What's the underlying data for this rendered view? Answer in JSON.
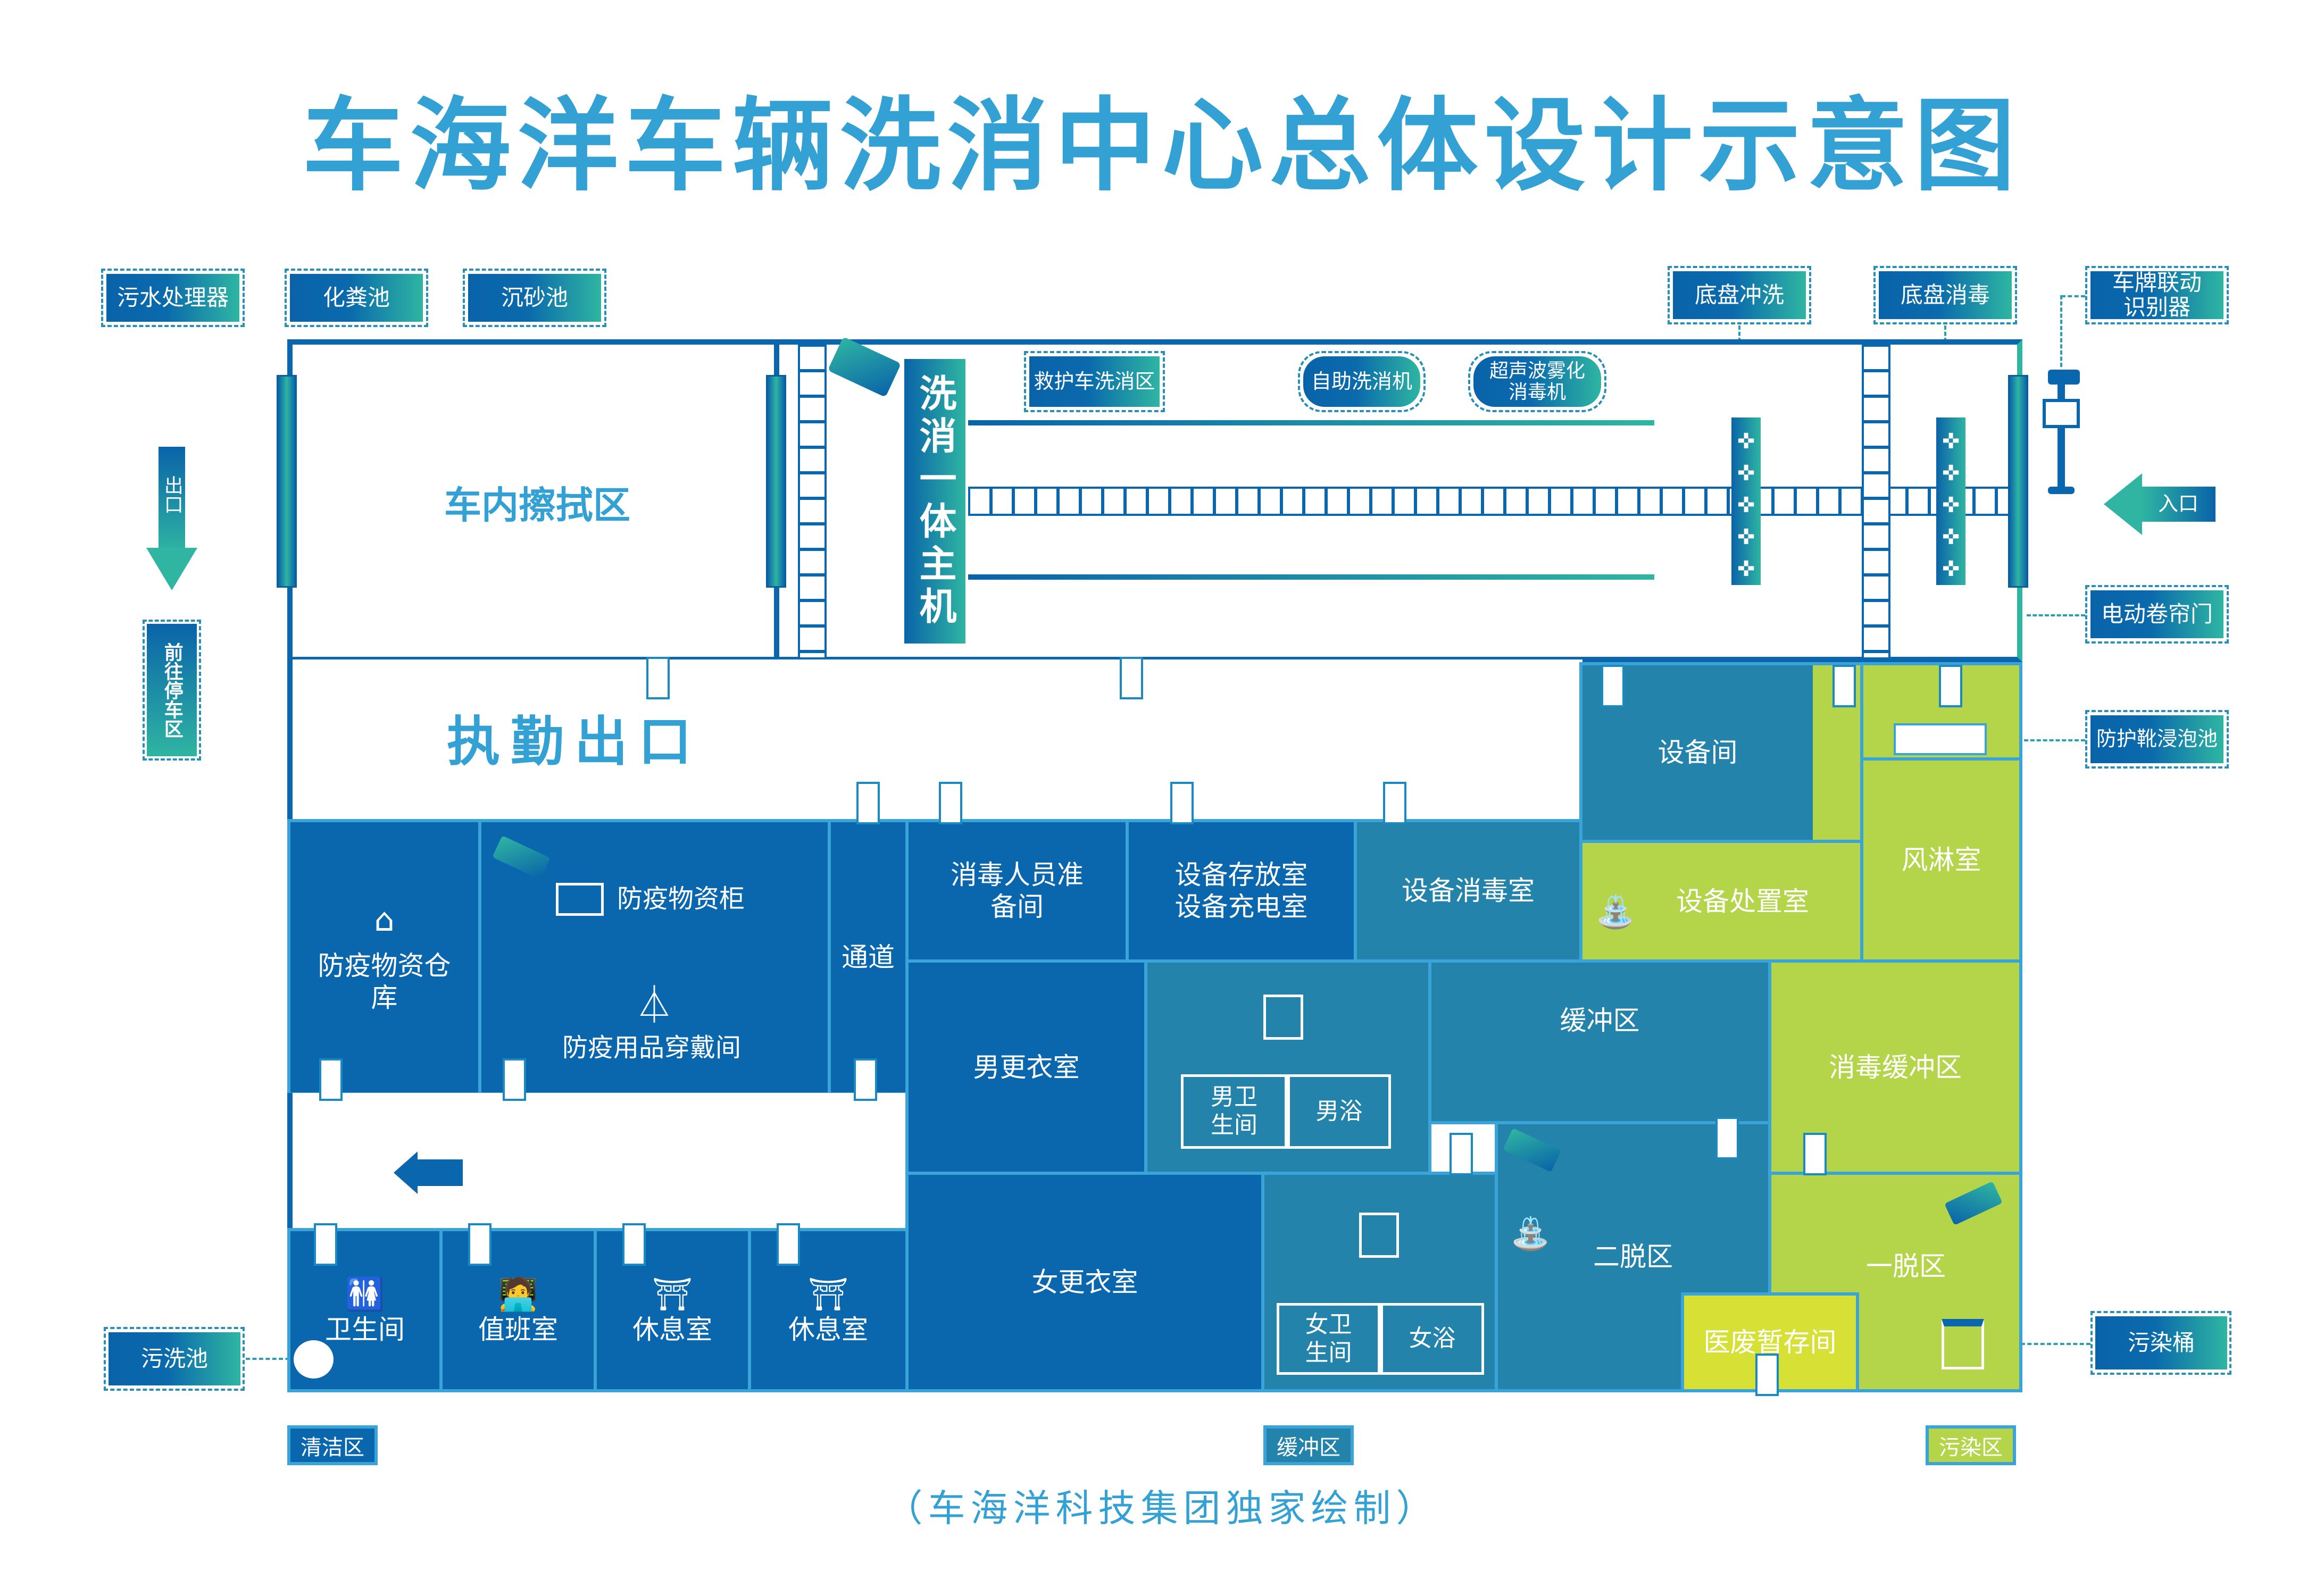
{
  "title": "车海洋车辆洗消中心总体设计示意图",
  "footer": "（车海洋科技集团独家绘制）",
  "external_labels": {
    "sewage_processor": "污水处理器",
    "septic_tank": "化粪池",
    "grit_chamber": "沉砂池",
    "chassis_wash": "底盘冲洗",
    "chassis_disinfect": "底盘消毒",
    "plate_recognizer": "车牌联动识别器",
    "electric_shutter": "电动卷帘门",
    "boot_soak_pool": "防护靴浸泡池",
    "dirty_wash_pool": "污洗池",
    "contaminated_bin": "污染桶"
  },
  "arrows": {
    "exit": "出口",
    "entrance": "入口",
    "to_parking": "前往停车区"
  },
  "wash_area": {
    "interior_wipe": "车内擦拭区",
    "main_unit": "洗消一体主机",
    "ambulance_zone": "救护车洗消区",
    "self_service": "自助洗消机",
    "ultrasonic": "超声波雾化消毒机",
    "duty_exit": "执勤出口"
  },
  "rooms": {
    "supply_warehouse": "防疫物资仓库",
    "supply_cabinet": "防疫物资柜",
    "ppe_donning": "防疫用品穿戴间",
    "passage": "通道",
    "disinfect_staff_prep": "消毒人员准备间",
    "equipment_storage": "设备存放室设备充电室",
    "equipment_disinfect": "设备消毒室",
    "equipment_room": "设备间",
    "equipment_disposal": "设备处置室",
    "air_shower": "风淋室",
    "men_locker": "男更衣室",
    "men_toilet": "男卫生间",
    "men_bath": "男浴",
    "buffer": "缓冲区",
    "disinfect_buffer": "消毒缓冲区",
    "women_locker": "女更衣室",
    "women_toilet": "女卫生间",
    "women_bath": "女浴",
    "second_doff": "二脱区",
    "first_doff": "一脱区",
    "medical_waste": "医废暂存间",
    "toilet": "卫生间",
    "duty_room": "值班室",
    "rest_room_1": "休息室",
    "rest_room_2": "休息室"
  },
  "legend": {
    "clean": "清洁区",
    "buffer": "缓冲区",
    "contaminated": "污染区"
  },
  "colors": {
    "title": "#33a1d4",
    "clean_zone": "#0a67ad",
    "buffer_zone": "#2383ab",
    "contaminated_zone": "#b4d44a",
    "medical_waste": "#d6e035"
  }
}
